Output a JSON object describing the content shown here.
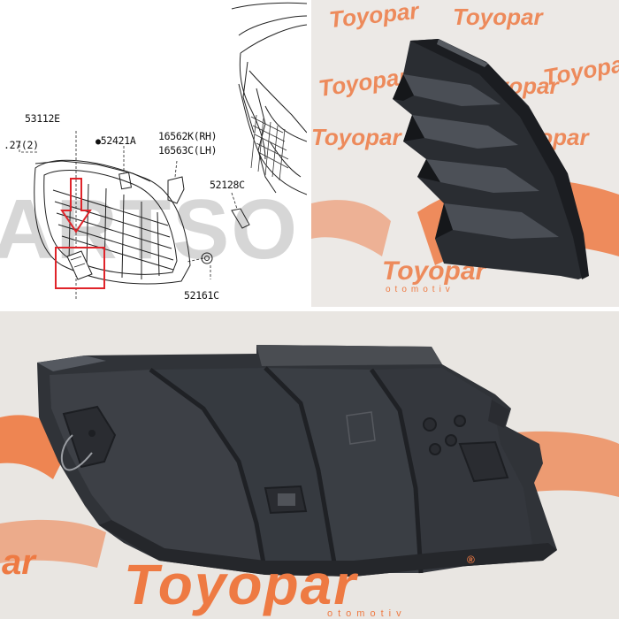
{
  "diagram": {
    "part_numbers": {
      "p53112E": "53112E",
      "p27_2": ".27(2)",
      "p52421A": "52421A",
      "p16562K": "16562K(RH)",
      "p16563C": "16563C(LH)",
      "p52128C": "52128C",
      "p52161C": "52161C"
    },
    "bullet": "●",
    "watermark": "ARTSO",
    "highlight_color": "#e0242a"
  },
  "watermark": {
    "brand": "Toyopar",
    "sub": "otomotiv",
    "brand_color": "#ee7a43",
    "reg": "®"
  }
}
